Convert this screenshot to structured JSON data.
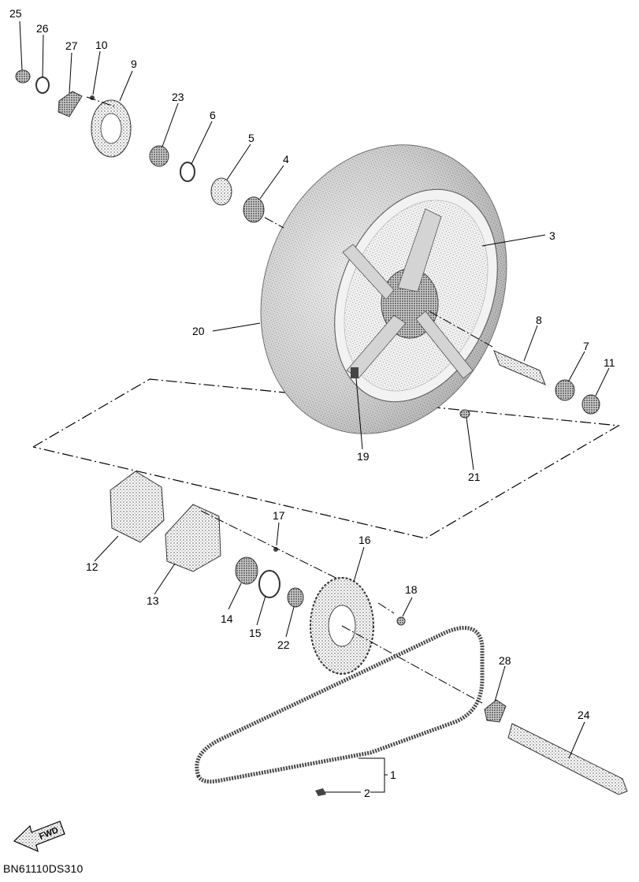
{
  "diagram_code": "BN61110DS310",
  "fwd_label": "FWD",
  "callouts": {
    "c1": "1",
    "c2": "2",
    "c3": "3",
    "c4": "4",
    "c5": "5",
    "c6": "6",
    "c7": "7",
    "c8": "8",
    "c9": "9",
    "c10": "10",
    "c11": "11",
    "c12": "12",
    "c13": "13",
    "c14": "14",
    "c15": "15",
    "c16": "16",
    "c17": "17",
    "c18": "18",
    "c19": "19",
    "c20": "20",
    "c21": "21",
    "c22": "22",
    "c23": "23",
    "c24": "24",
    "c25": "25",
    "c26": "26",
    "c27": "27",
    "c28": "28"
  }
}
